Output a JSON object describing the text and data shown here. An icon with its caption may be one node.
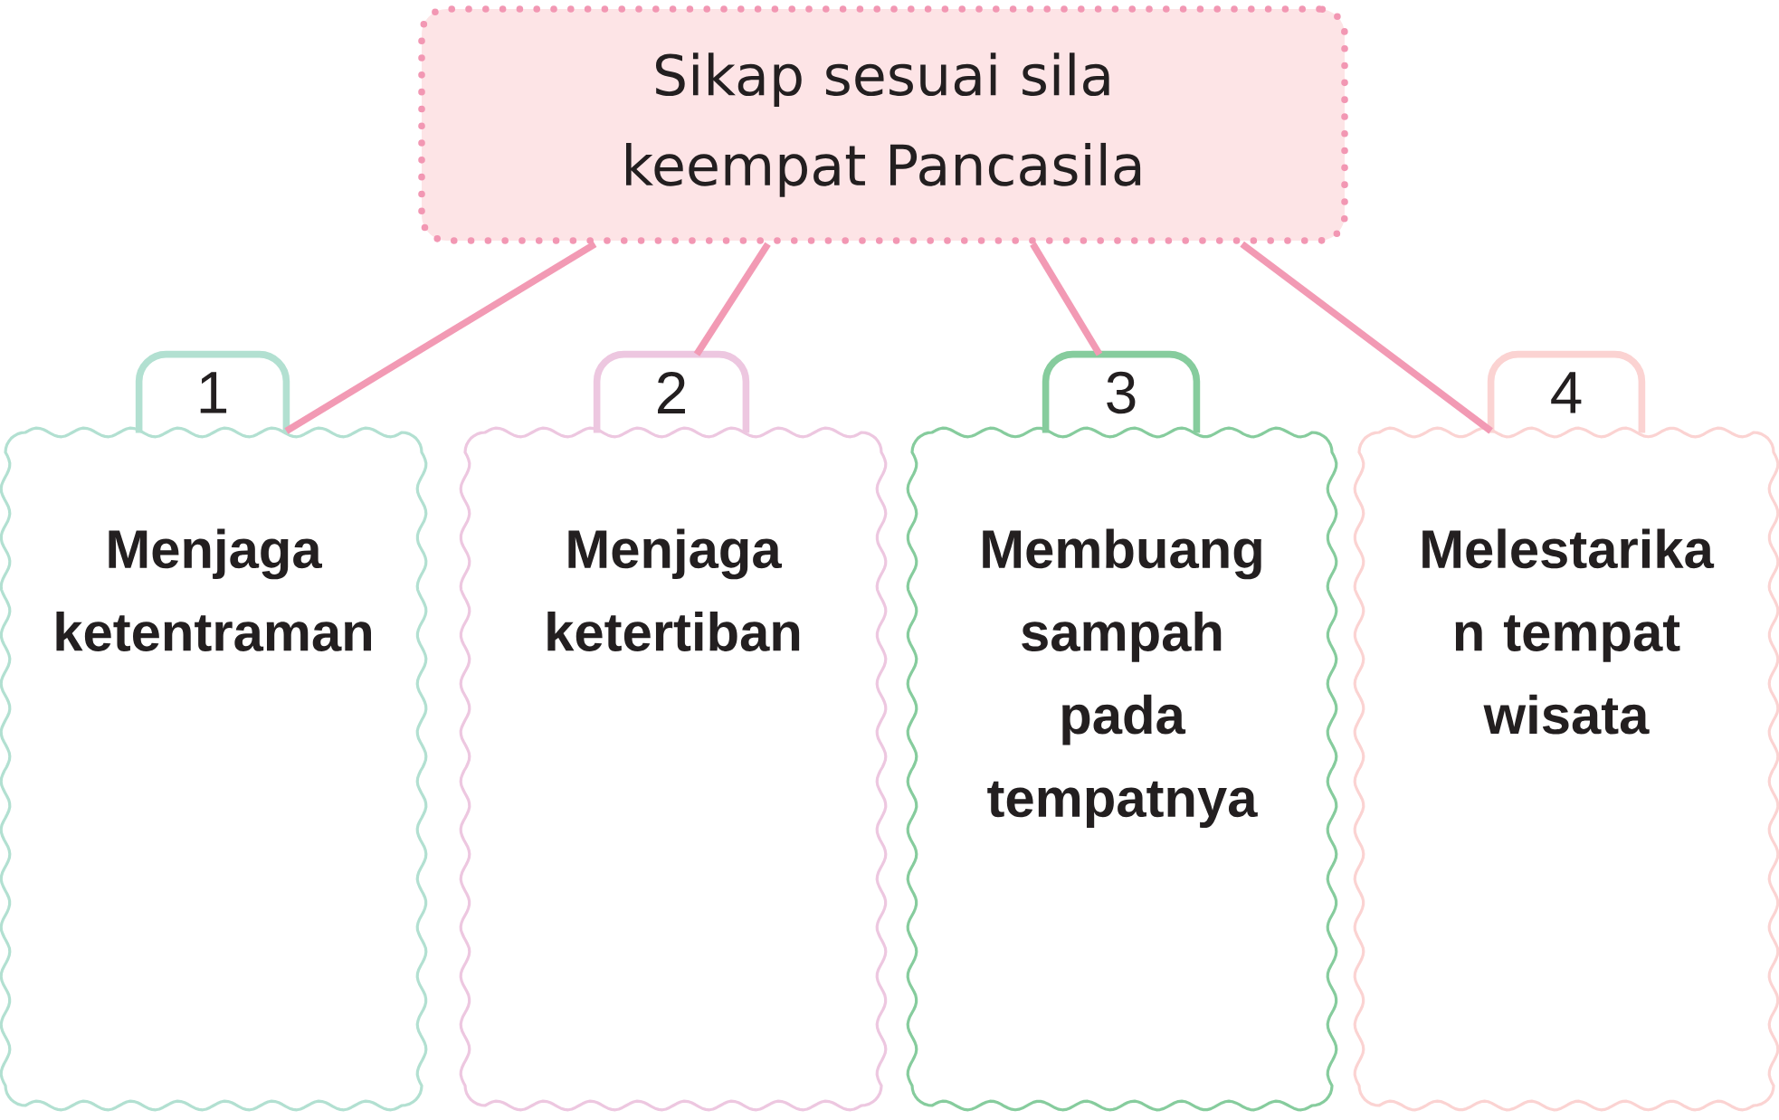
{
  "diagram": {
    "nodes": [
      {
        "text": [
          "Sikap sesuai sila keempat Pancasila"
        ]
      },
      {
        "text": [
          "1"
        ]
      },
      {
        "text": [
          "Menjaga ketentraman"
        ]
      },
      {
        "text": [
          "2"
        ]
      },
      {
        "text": [
          "Menjaga ketertiban"
        ]
      },
      {
        "text": [
          "3"
        ]
      },
      {
        "text": [
          "Membuang sampah pada tempatnya"
        ]
      },
      {
        "text": [
          "4"
        ]
      },
      {
        "text": [
          "Melestarika n tempat wisata"
        ]
      }
    ],
    "edges": [
      {
        "from": 0,
        "to": 1,
        "arrow": "none"
      },
      {
        "from": 0,
        "to": 3,
        "arrow": "none"
      },
      {
        "from": 0,
        "to": 5,
        "arrow": "none"
      },
      {
        "from": 0,
        "to": 7,
        "arrow": "none"
      }
    ]
  }
}
